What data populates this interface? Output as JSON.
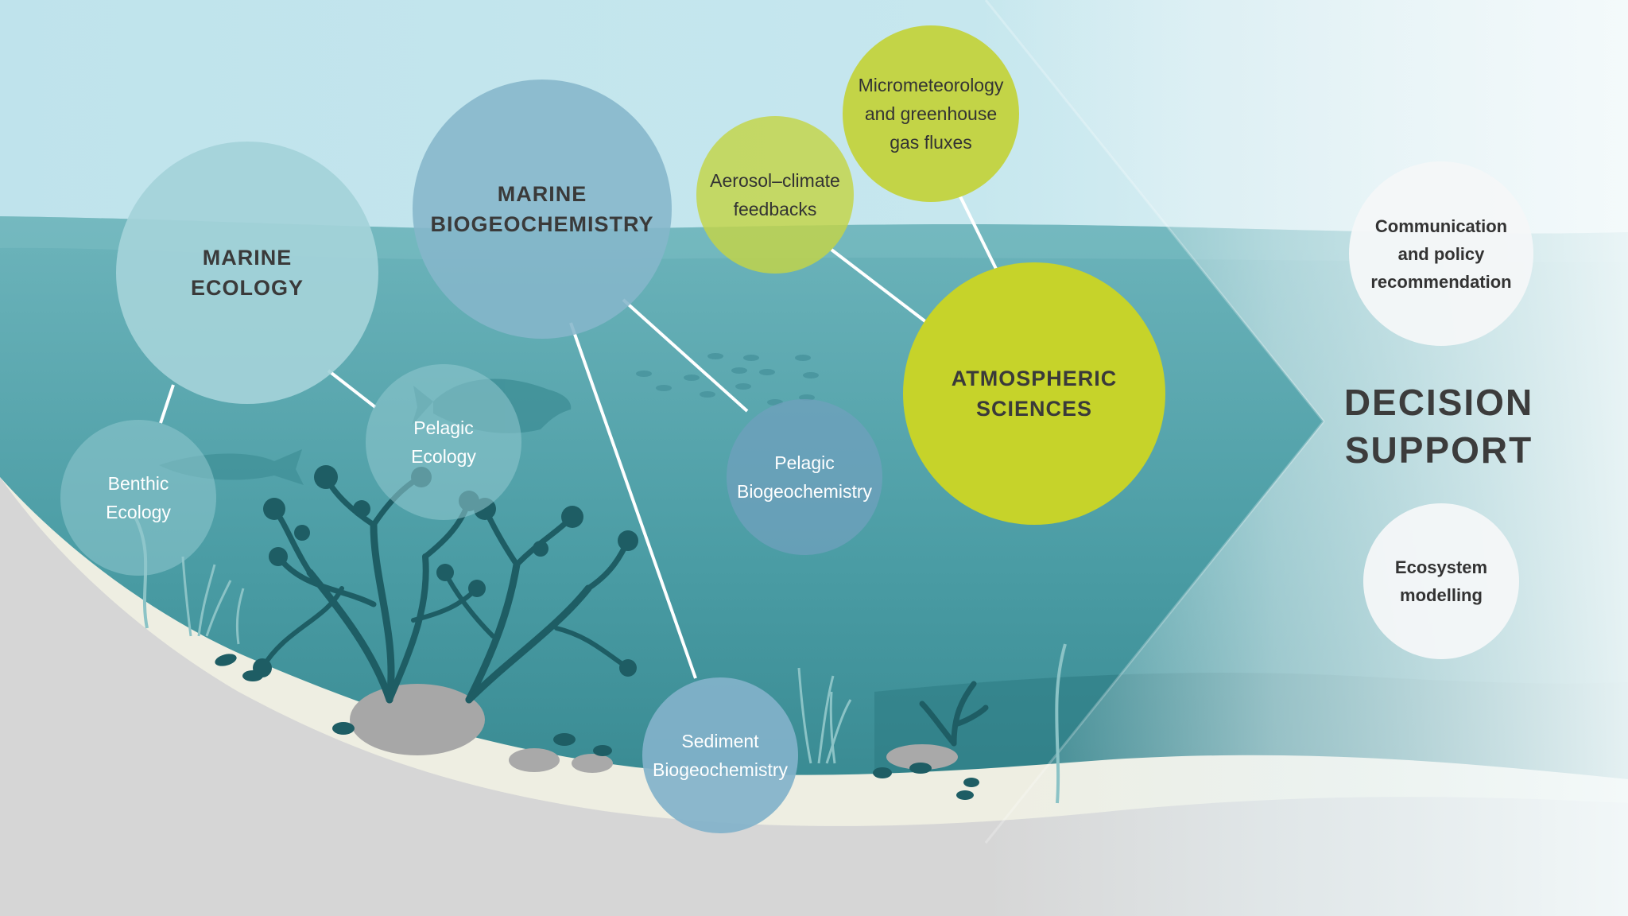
{
  "nodes": {
    "marine_ecology": "MARINE\nECOLOGY",
    "marine_biogeochemistry": "MARINE\nBIOGEOCHEMISTRY",
    "atmospheric_sciences": "ATMOSPHERIC\nSCIENCES",
    "benthic_ecology": "Benthic\nEcology",
    "pelagic_ecology": "Pelagic\nEcology",
    "pelagic_biogeochemistry": "Pelagic\nBiogeochemistry",
    "sediment_biogeochemistry": "Sediment\nBiogeochemistry",
    "aerosol_climate": "Aerosol–climate\nfeedbacks",
    "micrometeorology": "Micrometeorology\nand greenhouse\ngas fluxes"
  },
  "decision_support": {
    "title": "DECISION\nSUPPORT",
    "communication": "Communication\nand policy\nrecommendation",
    "ecosystem_modelling": "Ecosystem\nmodelling"
  },
  "colors": {
    "sky": "#bfe3ec",
    "water_surface": "#5ea9b2",
    "water_deep": "#2e8088",
    "seabed_sand": "#eeeee2",
    "seabed_rock": "#d6d6d6",
    "kelp": "#1e5d64",
    "ecology_circle": "#a4d3d9",
    "biogeochem_circle": "#8bb8cc",
    "atmos_major": "#c6d32a",
    "atmos_minor": "#c3d447",
    "decision_circle": "#f2f5f6"
  }
}
